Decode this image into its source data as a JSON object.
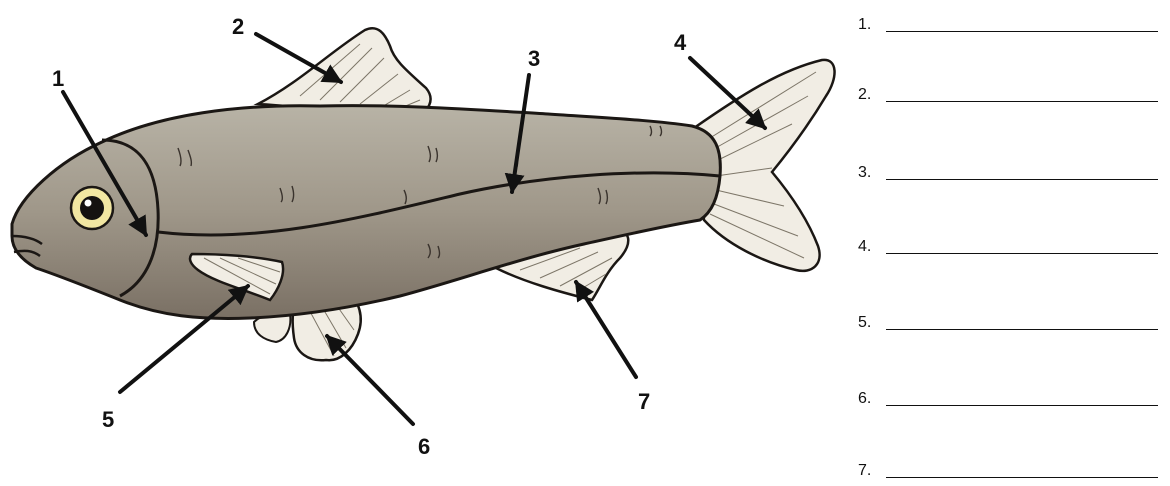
{
  "callouts": [
    "1",
    "2",
    "3",
    "4",
    "5",
    "6",
    "7"
  ],
  "answer_sheet": {
    "items": [
      {
        "number": "1."
      },
      {
        "number": "2."
      },
      {
        "number": "3."
      },
      {
        "number": "4."
      },
      {
        "number": "5."
      },
      {
        "number": "6."
      },
      {
        "number": "7."
      }
    ]
  },
  "colors": {
    "body_top": "#b5b0a2",
    "body_bottom": "#7c7265",
    "fin": "#f1ede4",
    "outline": "#1b1714",
    "eye_ring": "#f2e7a2"
  }
}
